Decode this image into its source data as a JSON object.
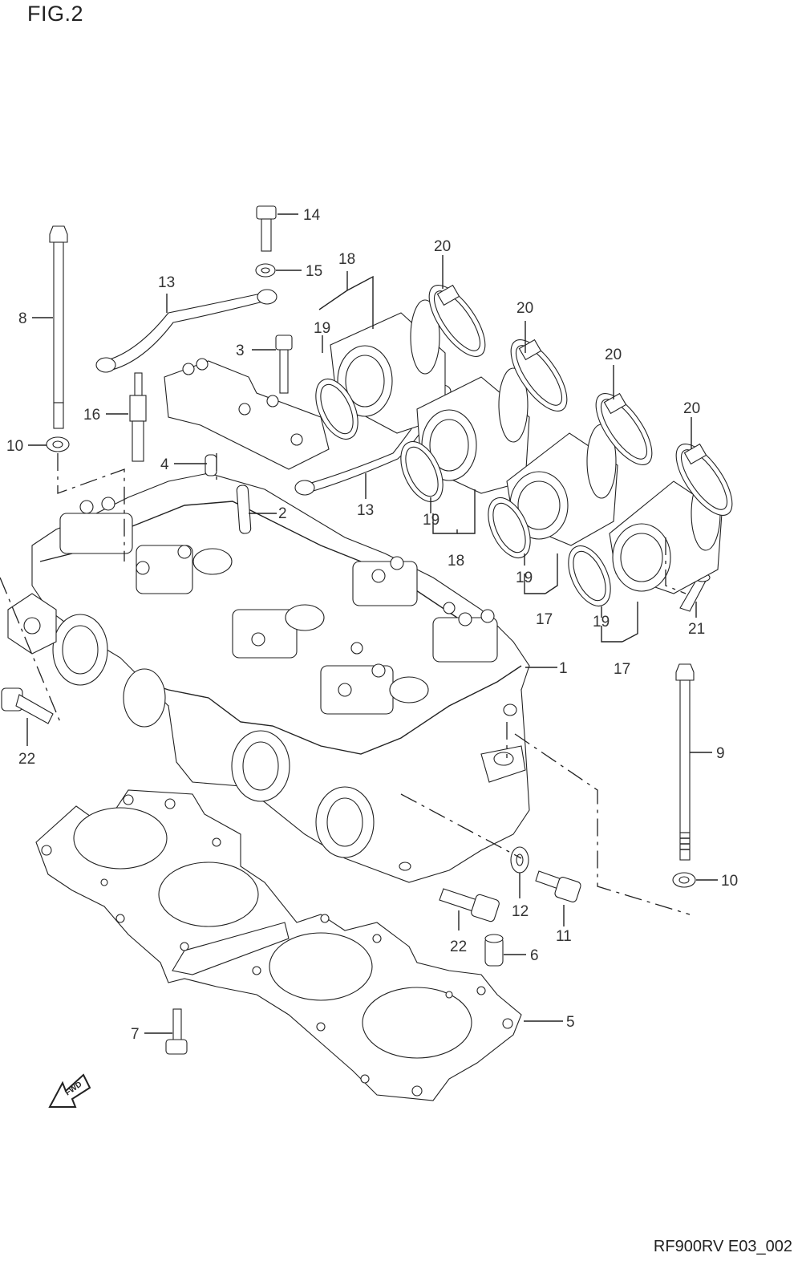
{
  "figure_title": "FIG.2",
  "footer_code": "RF900RV E03_002",
  "fwd_label": "FWD",
  "callouts": {
    "p1": "1",
    "p2": "2",
    "p3": "3",
    "p4": "4",
    "p5": "5",
    "p6": "6",
    "p7": "7",
    "p8": "8",
    "p9": "9",
    "p10a": "10",
    "p10b": "10",
    "p11": "11",
    "p12": "12",
    "p13a": "13",
    "p13b": "13",
    "p14": "14",
    "p15": "15",
    "p16": "16",
    "p17a": "17",
    "p17b": "17",
    "p18a": "18",
    "p18b": "18",
    "p19a": "19",
    "p19b": "19",
    "p19c": "19",
    "p19d": "19",
    "p20a": "20",
    "p20b": "20",
    "p20c": "20",
    "p20d": "20",
    "p21": "21",
    "p22a": "22",
    "p22b": "22"
  }
}
